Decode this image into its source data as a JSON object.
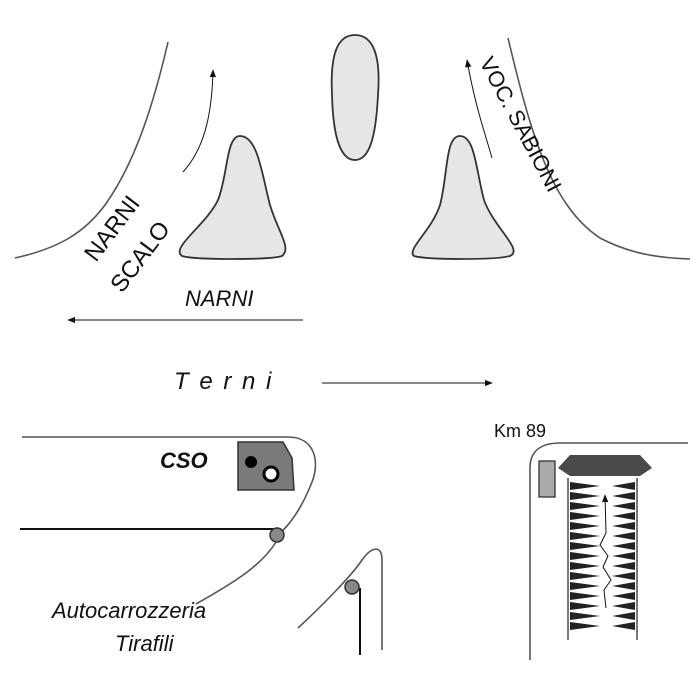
{
  "labels": {
    "narni_scalo_line1": "NARNI",
    "narni_scalo_line2": "SCALO",
    "voc_sabioni": "VOC. SABIONI",
    "narni": "NARNI",
    "terni": "T e r n i",
    "cso": "CSO",
    "km": "Km 89",
    "autocarrozzeria_line1": "Autocarrozzeria",
    "autocarrozzeria_line2": "Tirafili"
  },
  "colors": {
    "island_fill": "#e6e6e6",
    "cso_box": "#7a7a7a",
    "marker_gray": "#888888",
    "bar_dark": "#4a4a4a"
  },
  "icons": {
    "cso_dot_black": "black-dot-icon",
    "cso_dot_white": "white-ring-icon",
    "km_post": "km-post-icon"
  }
}
